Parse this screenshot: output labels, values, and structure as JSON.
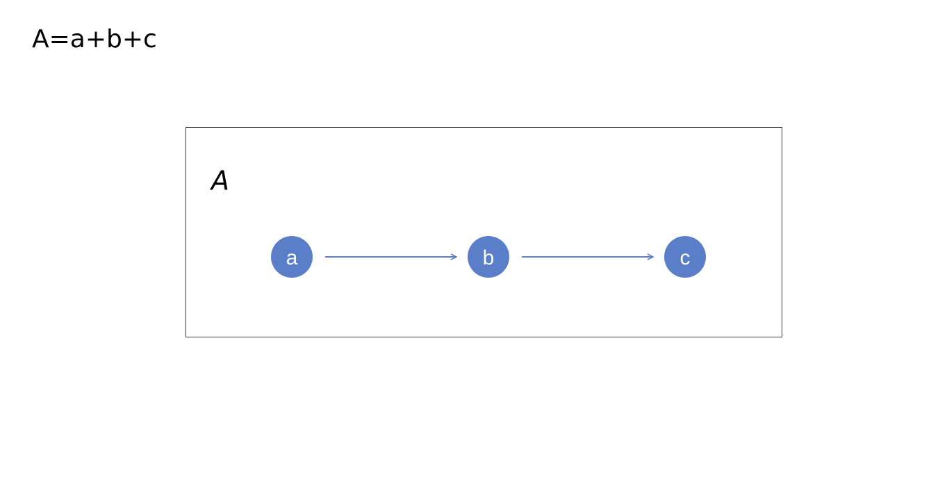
{
  "formula": "A=a+b+c",
  "container": {
    "label": "A"
  },
  "nodes": [
    {
      "id": "a",
      "label": "a"
    },
    {
      "id": "b",
      "label": "b"
    },
    {
      "id": "c",
      "label": "c"
    }
  ],
  "edges": [
    {
      "from": "a",
      "to": "b"
    },
    {
      "from": "b",
      "to": "c"
    }
  ],
  "colors": {
    "node_fill": "#5b7ec8",
    "edge": "#5b7ec8",
    "border": "#3a3a3a",
    "text": "#000000"
  }
}
